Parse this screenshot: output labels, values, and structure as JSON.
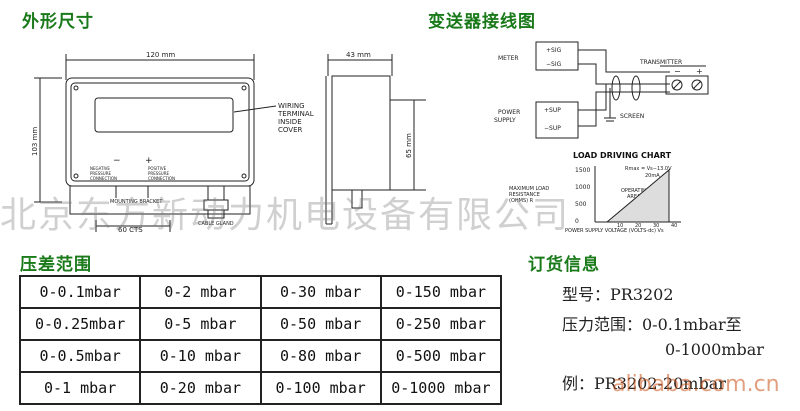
{
  "headings": {
    "dimensions": "外形尺寸",
    "wiring": "变送器接线图",
    "range": "压差范围",
    "order": "订货信息"
  },
  "dims_drawing": {
    "width_label": "120 mm",
    "height_label": "103 mm",
    "bottom_label": "60 CTS",
    "depth_label": "43 mm",
    "side_height_label": "65 mm",
    "wiring_note": [
      "WIRING",
      "TERMINAL",
      "INSIDE",
      "COVER"
    ],
    "neg_port": [
      "NEGATIVE",
      "PRESSURE",
      "CONNECTION"
    ],
    "pos_port": [
      "POSITIVE",
      "PRESSURE",
      "CONNECTION"
    ],
    "minus_sign": "−",
    "plus_sign": "+",
    "mounting": "MOUNTING BRACKET",
    "cable_gland": "CABLE GLAND"
  },
  "wiring_diagram": {
    "meter": "METER",
    "sig_plus": "+SIG",
    "sig_minus": "−SIG",
    "transmitter": "TRANSMITTER",
    "power_supply": [
      "POWER",
      "SUPPLY"
    ],
    "sup_plus": "+SUP",
    "sup_minus": "−SUP",
    "screen": "SCREEN",
    "t_minus": "−",
    "t_plus": "+"
  },
  "load_chart": {
    "title": "LOAD DRIVING CHART",
    "formula": [
      "Rmax = Vs−13.0V",
      "20mA"
    ],
    "ylabel": [
      "MAXIMUM LOAD",
      "RESISTANCE",
      "(OHMS) R"
    ],
    "xlabel": "POWER SUPPLY VOLTAGE (VOLTS-dc) Vs",
    "area_label": [
      "OPERATING",
      "AREA"
    ],
    "y_ticks": [
      "1500",
      "1000",
      "500",
      "0"
    ],
    "x_ticks": [
      "10",
      "20",
      "30",
      "40"
    ]
  },
  "range_table": [
    [
      "0-0.1mbar",
      "0-2 mbar",
      "0-30 mbar",
      "0-150 mbar"
    ],
    [
      "0-0.25mbar",
      "0-5 mbar",
      "0-50 mbar",
      "0-250 mbar"
    ],
    [
      "0-0.5mbar",
      "0-10 mbar",
      "0-80 mbar",
      "0-500 mbar"
    ],
    [
      "0-1 mbar",
      "0-20 mbar",
      "0-100 mbar",
      "0-1000 mbar"
    ]
  ],
  "order": {
    "model": "型号：PR3202",
    "range": "压力范围：0-0.1mbar至",
    "range_end": "0-1000mbar",
    "example": "例：PR3202-20mbar"
  },
  "watermark": "北京东方新动力机电设备有限公司",
  "site_watermark": "alibaba.com.cn",
  "colors": {
    "heading": "#1a7a1a",
    "line": "#222222"
  }
}
